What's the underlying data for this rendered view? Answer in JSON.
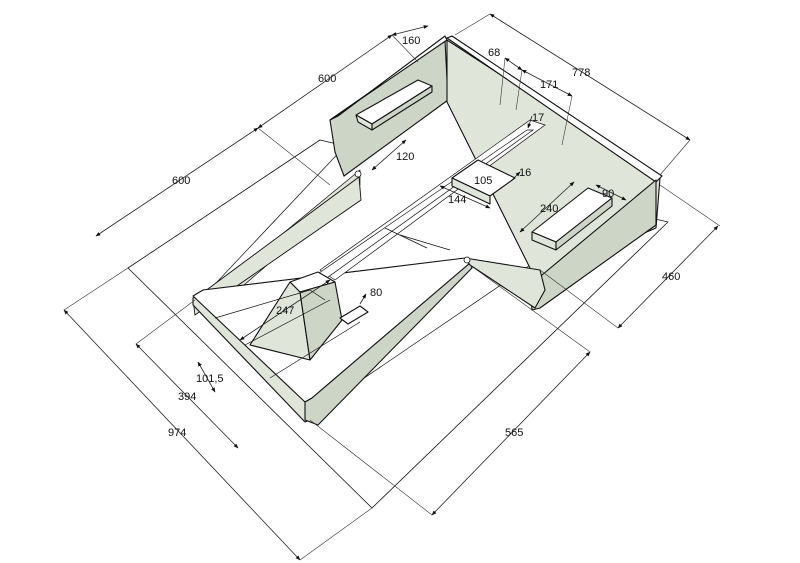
{
  "dimensions": {
    "top_short": "160",
    "top_left": "600",
    "left_outer": "600",
    "top_right": "778",
    "small_68": "68",
    "small_171": "171",
    "small_17": "17",
    "label_120": "120",
    "label_105": "105",
    "label_16": "16",
    "label_144": "144",
    "label_90": "90",
    "label_240": "240",
    "right_460": "460",
    "label_80": "80",
    "label_247": "247",
    "label_101_5": "101,5",
    "label_394": "394",
    "label_974": "974",
    "label_565": "565"
  }
}
